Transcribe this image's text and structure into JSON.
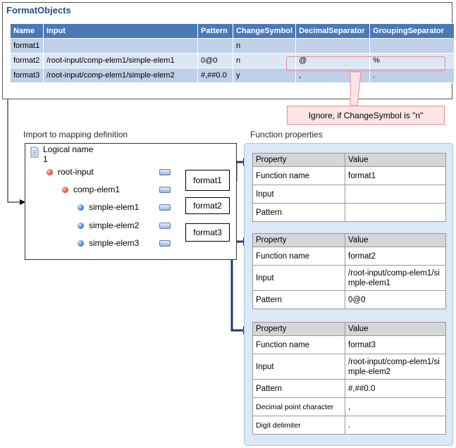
{
  "format_objects": {
    "title": "FormatObjects",
    "columns": [
      "Name",
      "Input",
      "Pattern",
      "ChangeSymbol",
      "DecimalSeparator",
      "GroupingSeparator"
    ],
    "rows": [
      {
        "name": "format1",
        "input": "",
        "pattern": "",
        "change_symbol": "n",
        "decimal_separator": "",
        "grouping_separator": ""
      },
      {
        "name": "format2",
        "input": "/root-input/comp-elem1/simple-elem1",
        "pattern": "0@0",
        "change_symbol": "n",
        "decimal_separator": "@",
        "grouping_separator": "%"
      },
      {
        "name": "format3",
        "input": "/root-input/comp-elem1/simple-elem2",
        "pattern": "#,##0.0",
        "change_symbol": "y",
        "decimal_separator": ",",
        "grouping_separator": "."
      }
    ],
    "note": "Ignore, if ChangeSymbol is \"n\""
  },
  "import": {
    "label": "Import to mapping definition",
    "logical_name": "Logical name",
    "logical_index": "1",
    "nodes": {
      "root": "root-input",
      "comp": "comp-elem1",
      "simple1": "simple-elem1",
      "simple2": "simple-elem2",
      "simple3": "simple-elem3"
    },
    "formats": [
      "format1",
      "format2",
      "format3"
    ]
  },
  "function_properties": {
    "label": "Function properties",
    "header_property": "Property",
    "header_value": "Value",
    "tables": [
      {
        "rows": [
          {
            "property": "Function name",
            "value": "format1"
          },
          {
            "property": "Input",
            "value": ""
          },
          {
            "property": "Pattern",
            "value": ""
          }
        ]
      },
      {
        "rows": [
          {
            "property": "Function name",
            "value": "format2"
          },
          {
            "property": "Input",
            "value": "/root-input/comp-elem1/simple-elem1"
          },
          {
            "property": "Pattern",
            "value": "0@0"
          }
        ]
      },
      {
        "rows": [
          {
            "property": "Function name",
            "value": "format3"
          },
          {
            "property": "Input",
            "value": "/root-input/comp-elem1/simple-elem2"
          },
          {
            "property": "Pattern",
            "value": "#,##0.0"
          },
          {
            "property": "Decimal point character",
            "value": ","
          },
          {
            "property": "Digit delimiter",
            "value": "."
          }
        ]
      }
    ]
  }
}
